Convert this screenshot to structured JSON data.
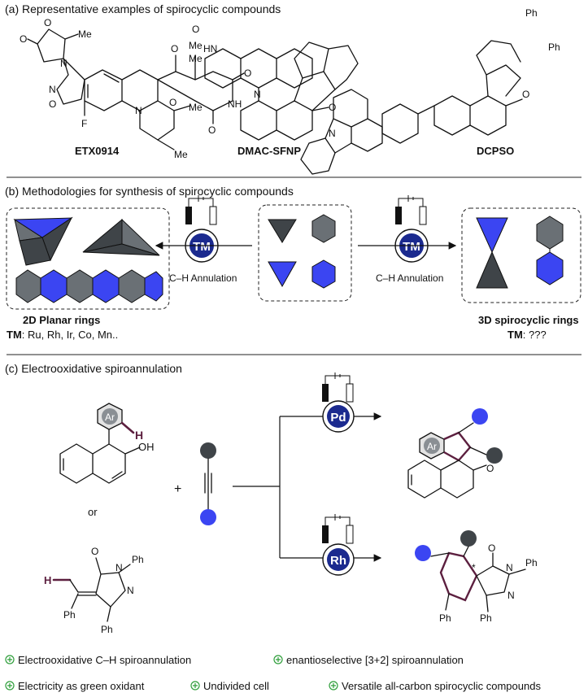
{
  "panels": {
    "a": {
      "heading": "(a) Representative examples of spirocyclic compounds",
      "compounds": [
        {
          "name": "ETX0914",
          "labels": [
            "O",
            "O",
            "N",
            "Me",
            "N",
            "O",
            "F",
            "N",
            "O",
            "O",
            "HN",
            "NH",
            "O",
            "O",
            "Me",
            "Me",
            "O"
          ]
        },
        {
          "name": "DMAC-SFNP",
          "labels": [
            "Me",
            "Me",
            "N",
            "O"
          ]
        },
        {
          "name": "DCPSO",
          "labels": [
            "Ph",
            "Ph",
            "O",
            "N"
          ]
        }
      ]
    },
    "b": {
      "heading": "(b) Methodologies for synthesis of  spirocyclic compounds",
      "left_arrow_label": "C–H Annulation",
      "right_arrow_label": "C–H Annulation",
      "catalyst": "TM",
      "left_title": "2D Planar rings",
      "left_tm_key": "TM",
      "left_tm_value": ": Ru, Rh, Ir, Co, Mn..",
      "right_title": "3D spirocyclic rings",
      "right_tm_key": "TM",
      "right_tm_value": ": ???"
    },
    "c": {
      "heading": "(c) Electrooxidative spiroannulation",
      "ar_label": "Ar",
      "h_label": "H",
      "oh_label": "OH",
      "or_label": "or",
      "plus_label": "+",
      "pyrazolone_labels": {
        "h": "H",
        "o": "O",
        "n1": "N",
        "n2": "N",
        "ph_n": "Ph",
        "ph_left": "Ph",
        "ph_bottom": "Ph"
      },
      "catalyst_top": "Pd",
      "catalyst_bottom": "Rh",
      "product_top_labels": {
        "ar": "Ar",
        "o": "O"
      },
      "product_bottom_labels": {
        "o": "O",
        "n1": "N",
        "n2": "N",
        "ph_n": "Ph",
        "ph_left": "Ph",
        "ph_right": "Ph",
        "star": "*"
      },
      "features": [
        "Electrooxidative C–H spiroannulation",
        "enantioselective [3+2] spiroannulation",
        "Electricity as green oxidant",
        "Undivided cell",
        "Versatile all-carbon spirocyclic compounds"
      ]
    }
  },
  "colors": {
    "navy": "#1b2a8f",
    "blue_shape": "#3b45f2",
    "dark_gray": "#3f4448",
    "mid_gray": "#6a7075",
    "green_plus": "#2e9e3a",
    "purple_bond": "#5c1f3f"
  },
  "icons": [
    "electrode-icon",
    "catalytic-cycle-icon",
    "plus-circle-icon"
  ]
}
